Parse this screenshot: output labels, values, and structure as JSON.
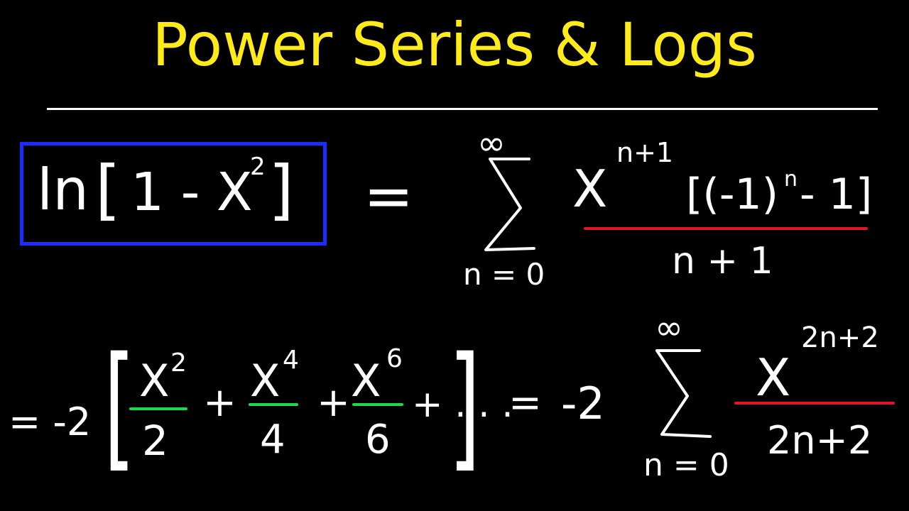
{
  "title": "Power Series & Logs",
  "colors": {
    "title": "#ffeb1a",
    "box": "#1a2cff",
    "red_line": "#e3142a",
    "green_line": "#1ed84a",
    "divider": "#ffffff",
    "ink": "#ffffff"
  },
  "eq1": {
    "ln": "ln",
    "lbracket": "[",
    "one_minus": "1 - X",
    "exp2": "2",
    "rbracket": "]",
    "equals": "=",
    "sigma_upper": "∞",
    "sigma_lower": "n = 0",
    "num_base": "X",
    "num_exp": "n+1",
    "bracket_term": "[(-1)",
    "bracket_exp": "n",
    "bracket_tail": "- 1]",
    "denominator": "n + 1"
  },
  "eq2": {
    "lead": "= -2",
    "t1_num": "X",
    "t1_exp": "2",
    "t1_den": "2",
    "plus": "+",
    "t2_num": "X",
    "t2_exp": "4",
    "t2_den": "4",
    "t3_num": "X",
    "t3_exp": "6",
    "t3_den": "6",
    "ellipsis": "+ . . .",
    "equals": "=",
    "coef": "-2",
    "sigma_upper": "∞",
    "sigma_lower": "n = 0",
    "r_num": "X",
    "r_exp": "2n+2",
    "r_den": "2n+2"
  }
}
